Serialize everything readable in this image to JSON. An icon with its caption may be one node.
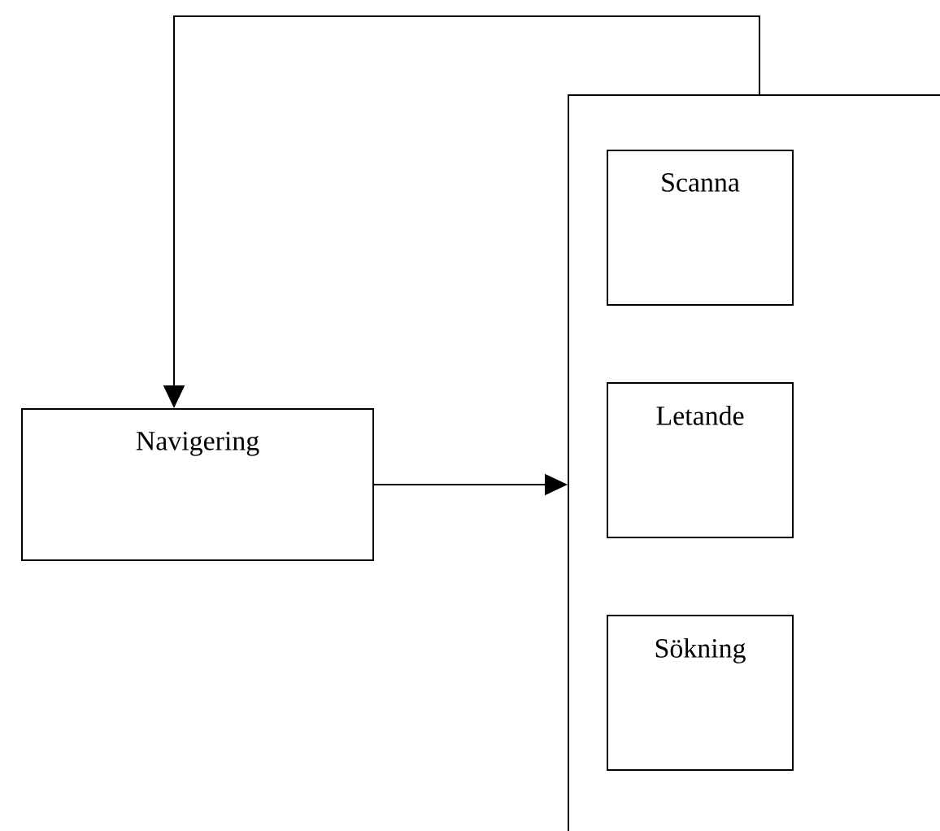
{
  "diagram": {
    "nodes": [
      {
        "text": [
          "Navigering"
        ]
      },
      {
        "text": [],
        "shape": "box"
      },
      {
        "text": [
          "Scanna"
        ],
        "in": 1
      },
      {
        "text": [
          "Letande"
        ],
        "in": 1
      },
      {
        "text": [
          "Sökning"
        ],
        "in": 1
      }
    ],
    "edges": [
      {
        "from": 0,
        "to": 1,
        "arrow": "to"
      },
      {
        "from": 1,
        "to": 0,
        "arrow": "to"
      }
    ]
  }
}
